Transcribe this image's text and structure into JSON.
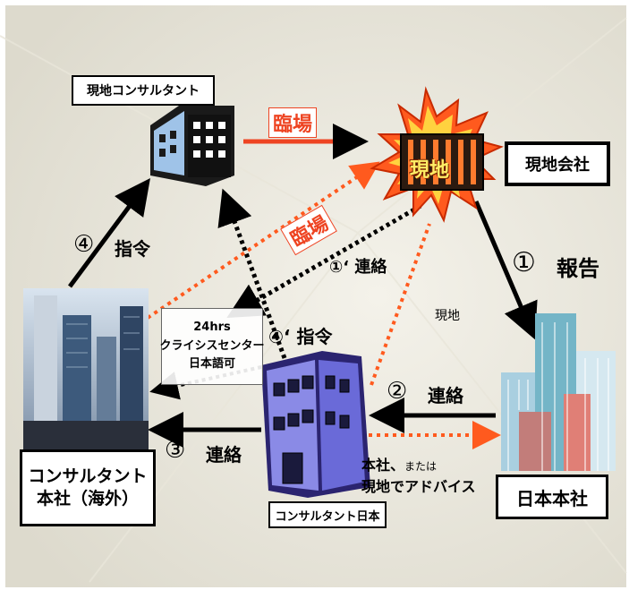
{
  "nodes": {
    "local_consultant": "現地コンサルタント",
    "local_company": "現地会社",
    "local_company_flame": "現地",
    "japan_hq": "日本本社",
    "consultant_japan": "コンサルタント日本",
    "consultant_hq_line1": "コンサルタント",
    "consultant_hq_line2": "本社（海外）"
  },
  "arrows": {
    "visit_top": "臨場",
    "visit_diag": "臨場",
    "report_num": "①",
    "report_label": "報告",
    "contact1": "①‘ 連絡",
    "instruct4": "④",
    "instruct4_label": "指令",
    "instruct4b": "④‘ 指令",
    "contact2_num": "②",
    "contact2_label": "連絡",
    "contact3_num": "③",
    "contact3_label": "連絡"
  },
  "notes": {
    "crisis_line1": "24hrs",
    "crisis_line2": "クライシスセンター",
    "crisis_line3": "日本語可",
    "local": "現地",
    "advise_line1a": "本社、",
    "advise_line1b": "または",
    "advise_line2": "現地でアドバイス"
  },
  "colors": {
    "solid_arrow": "#000000",
    "visit_arrow": "#ee4422",
    "dotted_orange": "#ff5a1e",
    "box_border": "#000000",
    "flame": "#ff5a1e",
    "building_blue": "#8a8ae6",
    "local_building": "#9fc3e8",
    "background": "#f1efe6"
  },
  "icons": [
    "office-building-icon",
    "burning-factory-icon",
    "skyscrapers-icon",
    "city-photo-icon",
    "tilted-building-icon"
  ]
}
